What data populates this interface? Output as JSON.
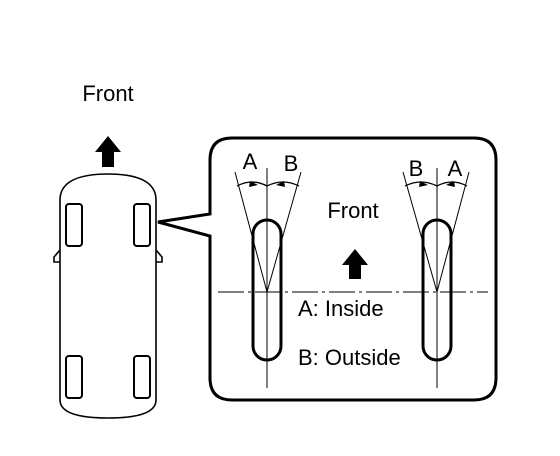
{
  "labels": {
    "front_top": "Front",
    "front_detail": "Front",
    "left_wheel_a": "A",
    "left_wheel_b": "B",
    "right_wheel_b": "B",
    "right_wheel_a": "A",
    "legend_inside": "A: Inside",
    "legend_outside": "B: Outside"
  },
  "colors": {
    "line": "#000000",
    "background": "#ffffff"
  }
}
